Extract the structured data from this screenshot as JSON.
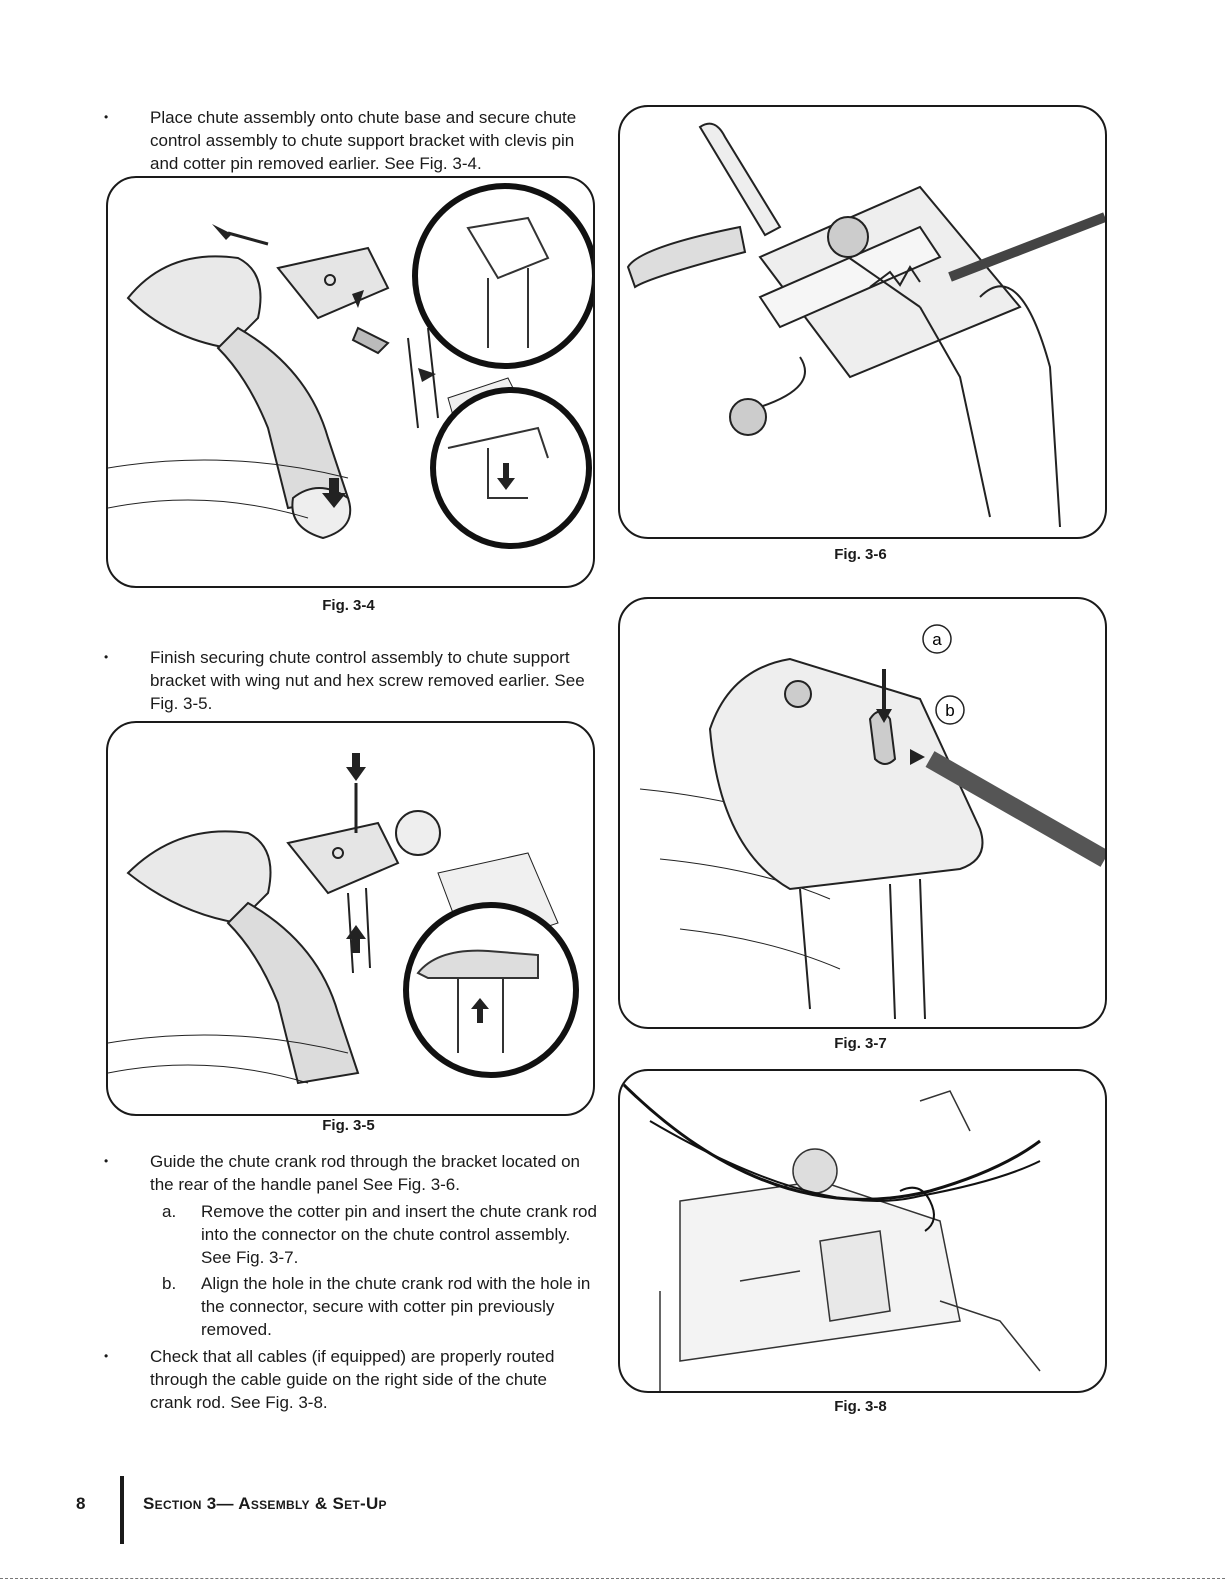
{
  "steps": [
    {
      "bullet": "•",
      "text": "Place chute assembly onto chute base and secure chute control assembly to chute support bracket with clevis pin and cotter pin removed earlier. See Fig. 3-4."
    },
    {
      "bullet": "•",
      "text": "Finish securing chute control assembly to chute support bracket with wing nut and hex screw removed earlier. See Fig. 3-5."
    },
    {
      "bullet": "•",
      "text": "Guide the chute crank rod through the bracket located on the rear of the handle panel  See Fig. 3-6."
    },
    {
      "bullet": "•",
      "text": "Check that all cables (if equipped) are properly routed through the cable guide on the right side of the chute crank rod. See Fig. 3-8."
    }
  ],
  "substeps": [
    {
      "letter": "a.",
      "text": "Remove the cotter pin and insert the chute crank rod into the connector on the chute control assembly. See Fig. 3-7."
    },
    {
      "letter": "b.",
      "text": "Align the hole in the chute crank rod with the hole in the connector, secure with cotter pin previously removed."
    }
  ],
  "figures": {
    "fig34": "Fig. 3-4",
    "fig35": "Fig. 3-5",
    "fig36": "Fig. 3-6",
    "fig37": "Fig. 3-7",
    "fig38": "Fig. 3-8"
  },
  "callouts": {
    "a": "a",
    "b": "b"
  },
  "footer": {
    "page_number": "8",
    "section_title": "Section 3— Assembly & Set-Up"
  }
}
